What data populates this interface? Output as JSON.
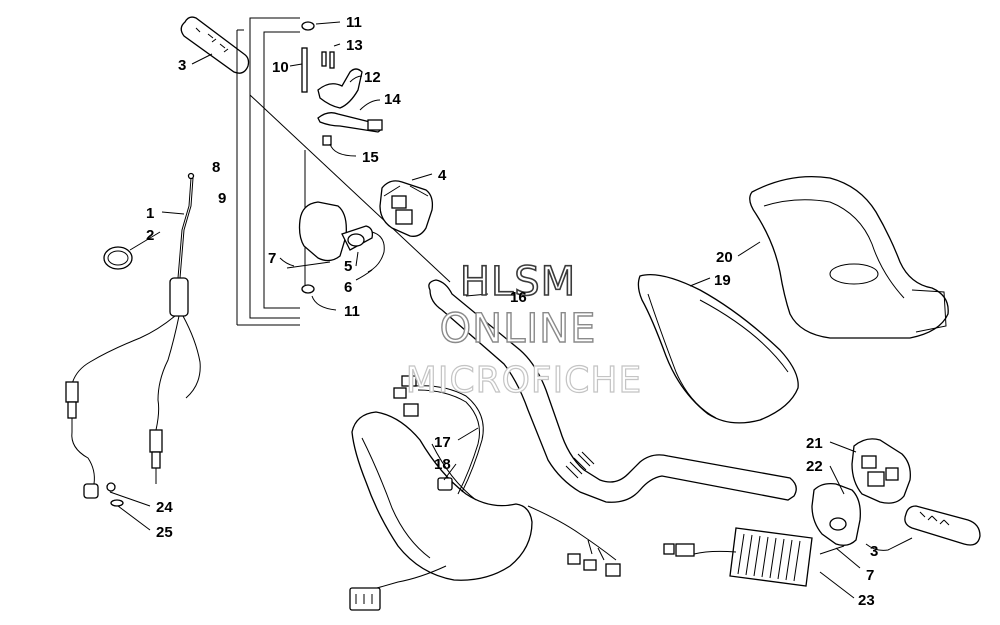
{
  "watermark": {
    "line1": "HLSM",
    "line2": "ONLINE",
    "line3": "MICROFICHE"
  },
  "labels": {
    "l1": "1",
    "l2": "2",
    "l3a": "3",
    "l3b": "3",
    "l4": "4",
    "l5": "5",
    "l6": "6",
    "l7a": "7",
    "l7b": "7",
    "l8": "8",
    "l9": "9",
    "l10": "10",
    "l11a": "11",
    "l11b": "11",
    "l12": "12",
    "l13": "13",
    "l14": "14",
    "l15": "15",
    "l16": "16",
    "l17": "17",
    "l18": "18",
    "l19": "19",
    "l20": "20",
    "l21": "21",
    "l22": "22",
    "l23": "23",
    "l24": "24",
    "l25": "25"
  }
}
